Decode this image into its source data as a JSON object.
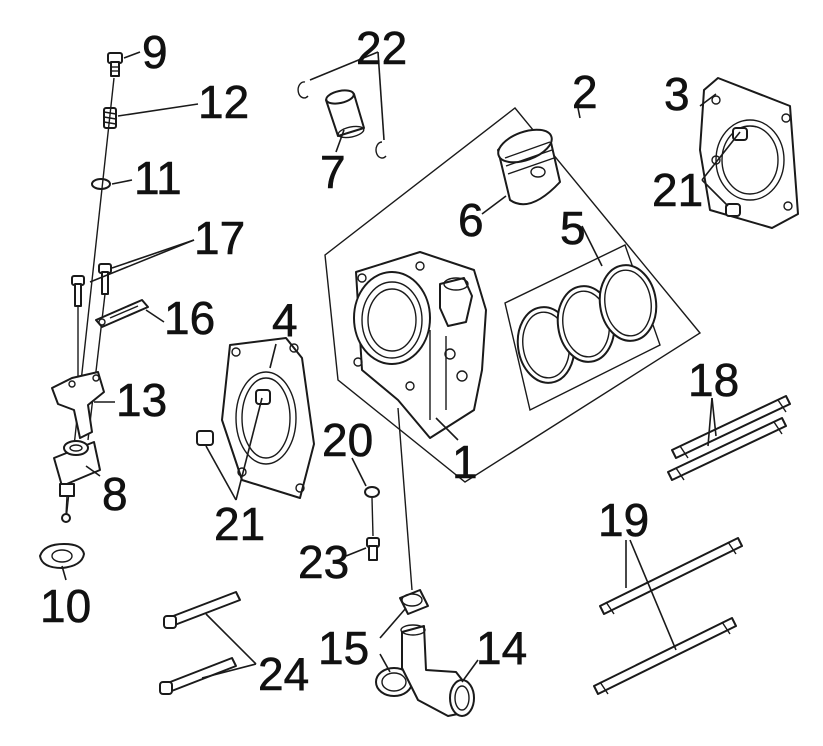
{
  "callouts": {
    "c1": "1",
    "c2": "2",
    "c3": "3",
    "c4": "4",
    "c5": "5",
    "c6": "6",
    "c7": "7",
    "c8": "8",
    "c9": "9",
    "c10": "10",
    "c11": "11",
    "c12": "12",
    "c13": "13",
    "c14": "14",
    "c15": "15",
    "c16": "16",
    "c17": "17",
    "c18": "18",
    "c19": "19",
    "c20": "20",
    "c21a": "21",
    "c21b": "21",
    "c22": "22",
    "c23": "23",
    "c24": "24"
  },
  "colors": {
    "line": "#1a1a1a",
    "background": "#ffffff"
  }
}
